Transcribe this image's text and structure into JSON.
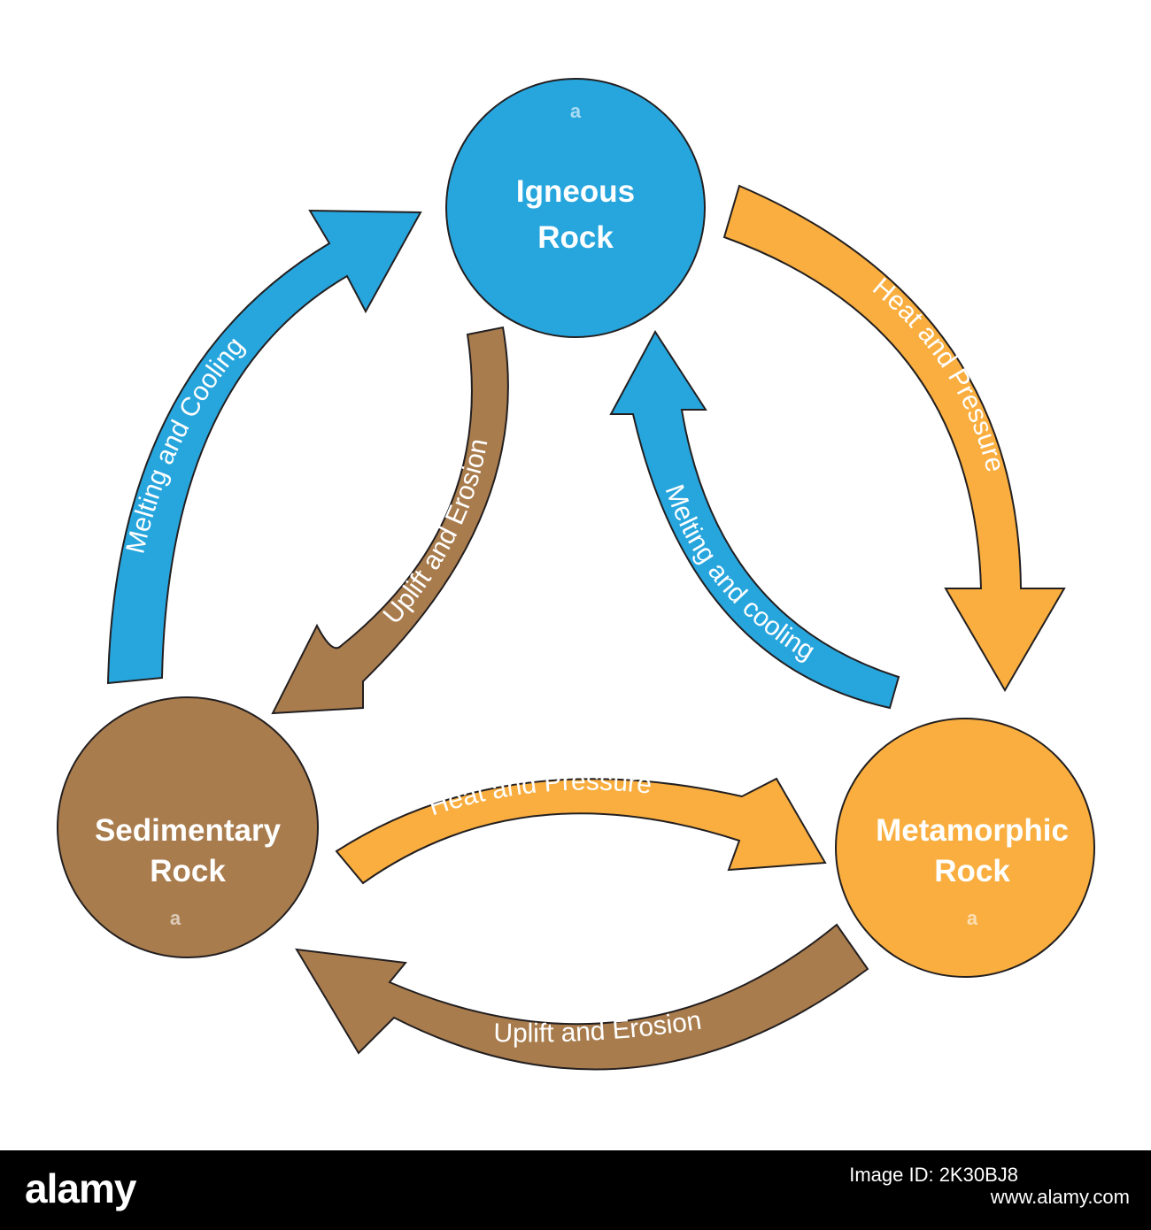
{
  "nodes": {
    "igneous": {
      "line1": "Igneous",
      "line2": "Rock",
      "color": "#27a5dd"
    },
    "sedimentary": {
      "line1": "Sedimentary",
      "line2": "Rock",
      "color": "#a97c4d"
    },
    "metamorphic": {
      "line1": "Metamorphic",
      "line2": "Rock",
      "color": "#f9ae3f"
    }
  },
  "arrows": {
    "sed_to_ign": {
      "label": "Melting and Cooling",
      "color": "#27a5dd"
    },
    "ign_to_met": {
      "label": "Heat and Pressure",
      "color": "#f9ae3f"
    },
    "ign_to_sed": {
      "label": "Uplift and Erosion",
      "color": "#a97c4d"
    },
    "met_to_ign": {
      "label": "Melting and cooling",
      "color": "#27a5dd"
    },
    "sed_to_met": {
      "label": "Heat and Pressure",
      "color": "#f9ae3f"
    },
    "met_to_sed": {
      "label": "Uplift and Erosion",
      "color": "#a97c4d"
    }
  },
  "watermark": {
    "mark": "a"
  },
  "footer": {
    "logo": "alamy",
    "image_id_line1": "Image ID: 2K30BJ8",
    "site": "www.alamy.com"
  }
}
